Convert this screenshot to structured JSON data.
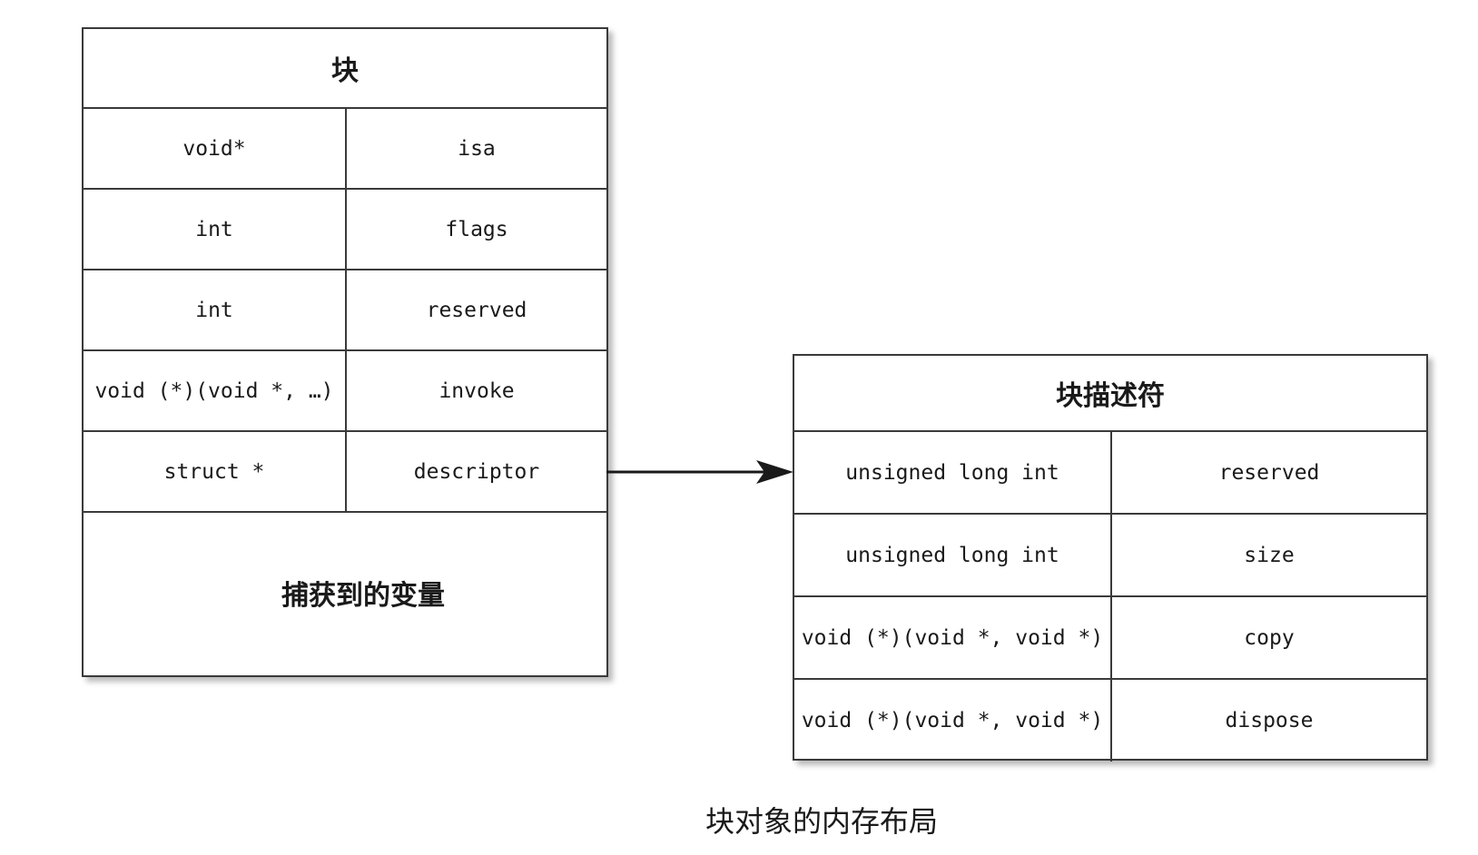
{
  "block": {
    "title": "块",
    "rows": [
      {
        "type": "void*",
        "field": "isa"
      },
      {
        "type": "int",
        "field": "flags"
      },
      {
        "type": "int",
        "field": "reserved"
      },
      {
        "type": "void (*)(void *, …)",
        "field": "invoke"
      },
      {
        "type": "struct *",
        "field": "descriptor"
      }
    ],
    "captured_variables": "捕获到的变量"
  },
  "descriptor": {
    "title": "块描述符",
    "rows": [
      {
        "type": "unsigned long int",
        "field": "reserved"
      },
      {
        "type": "unsigned long int",
        "field": "size"
      },
      {
        "type": "void (*)(void *, void *)",
        "field": "copy"
      },
      {
        "type": "void (*)(void *, void *)",
        "field": "dispose"
      }
    ]
  },
  "caption": "块对象的内存布局"
}
